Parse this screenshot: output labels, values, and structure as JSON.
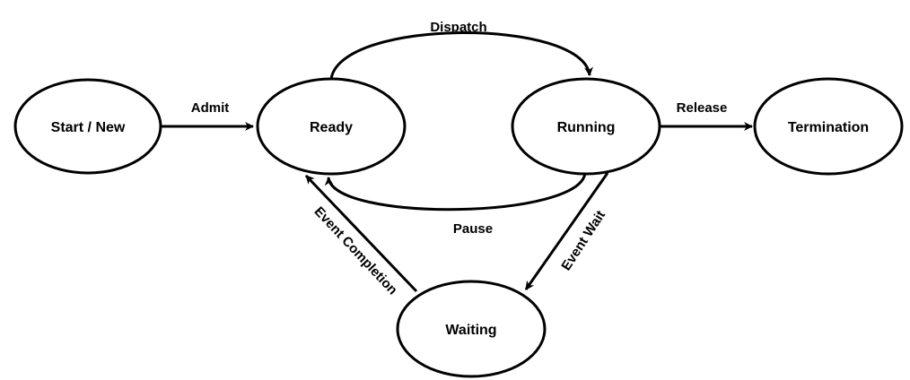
{
  "diagram": {
    "states": {
      "start": "Start / New",
      "ready": "Ready",
      "running": "Running",
      "termination": "Termination",
      "waiting": "Waiting"
    },
    "transitions": {
      "admit": "Admit",
      "dispatch": "Dispatch",
      "release": "Release",
      "pause": "Pause",
      "event_wait": "Event Wait",
      "event_completion": "Event Completion"
    },
    "colors": {
      "stroke": "#000000",
      "fill": "#ffffff"
    }
  }
}
